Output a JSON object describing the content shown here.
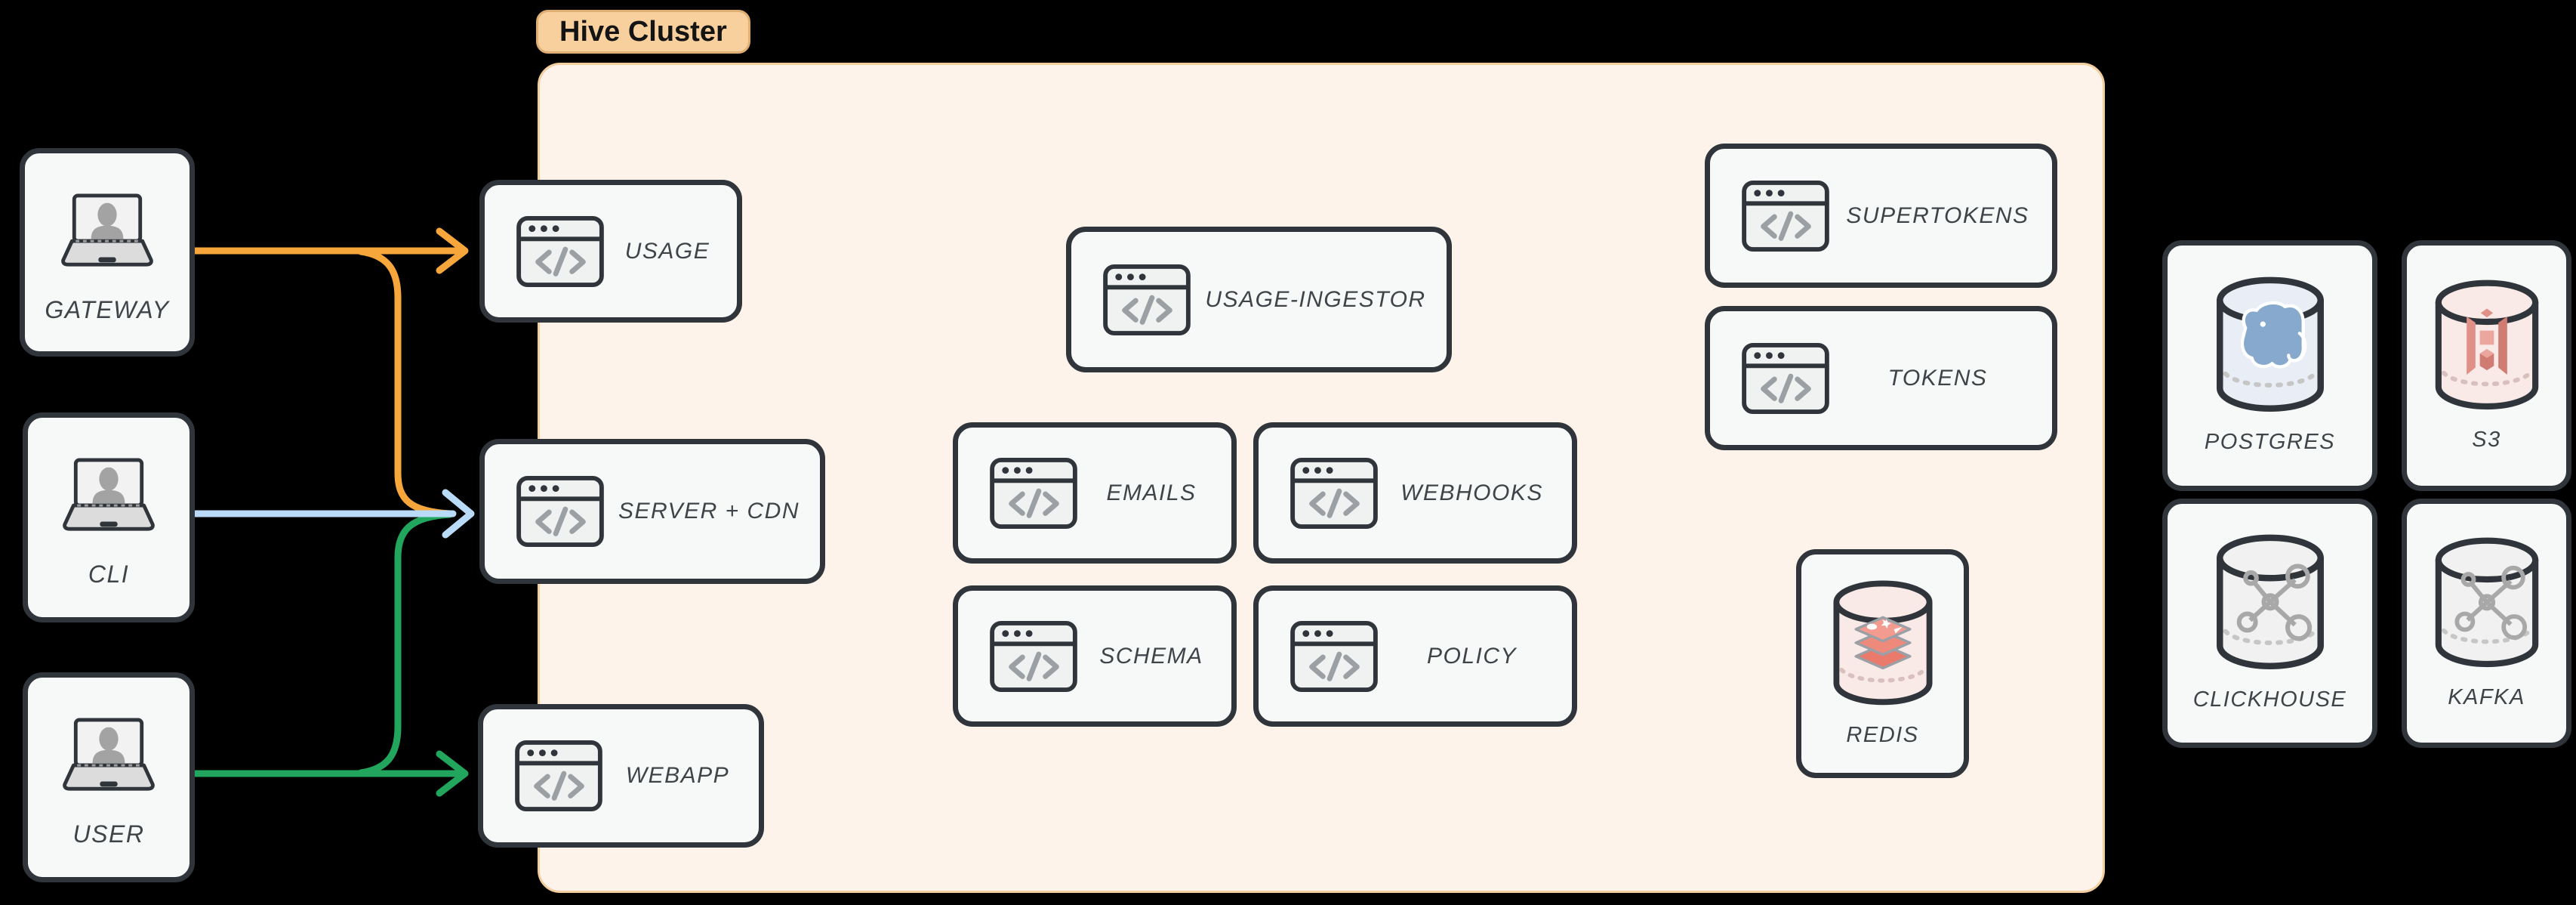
{
  "cluster": {
    "label": "Hive Cluster"
  },
  "actors": {
    "gateway": {
      "label": "GATEWAY",
      "icon": "laptop-user-icon"
    },
    "cli": {
      "label": "CLI",
      "icon": "laptop-user-icon"
    },
    "user": {
      "label": "USER",
      "icon": "laptop-user-icon"
    }
  },
  "services": {
    "usage": {
      "label": "USAGE",
      "icon": "browser-code-icon"
    },
    "server_cdn": {
      "label": "SERVER + CDN",
      "icon": "browser-code-icon"
    },
    "webapp": {
      "label": "WEBAPP",
      "icon": "browser-code-icon"
    },
    "usage_ingestor": {
      "label": "USAGE-INGESTOR",
      "icon": "browser-code-icon"
    },
    "emails": {
      "label": "EMAILS",
      "icon": "browser-code-icon"
    },
    "webhooks": {
      "label": "WEBHOOKS",
      "icon": "browser-code-icon"
    },
    "schema": {
      "label": "SCHEMA",
      "icon": "browser-code-icon"
    },
    "policy": {
      "label": "POLICY",
      "icon": "browser-code-icon"
    },
    "supertokens": {
      "label": "SUPERTOKENS",
      "icon": "browser-code-icon"
    },
    "tokens": {
      "label": "TOKENS",
      "icon": "browser-code-icon"
    },
    "redis": {
      "label": "REDIS",
      "icon": "redis-database-icon"
    }
  },
  "external": {
    "postgres": {
      "label": "POSTGRES",
      "icon": "postgres-database-icon"
    },
    "s3": {
      "label": "S3",
      "icon": "s3-database-icon"
    },
    "clickhouse": {
      "label": "CLICKHOUSE",
      "icon": "cluster-database-icon"
    },
    "kafka": {
      "label": "KAFKA",
      "icon": "cluster-database-icon"
    }
  },
  "edges": [
    {
      "from": "GATEWAY",
      "to": "USAGE",
      "color_key": "orange"
    },
    {
      "from": "GATEWAY",
      "to": "SERVER + CDN",
      "color_key": "orange"
    },
    {
      "from": "CLI",
      "to": "SERVER + CDN",
      "color_key": "blue"
    },
    {
      "from": "USER",
      "to": "SERVER + CDN",
      "color_key": "green"
    },
    {
      "from": "USER",
      "to": "WEBAPP",
      "color_key": "green"
    }
  ],
  "colors": {
    "orange": "#f6a63b",
    "blue": "#b9dbf7",
    "green": "#22a55c",
    "canvas_bg": "#000000",
    "cluster_fill": "#fdf3ea",
    "cluster_border": "#f3cf9f",
    "chip_fill": "#f8d09d",
    "chip_border": "#dfae72",
    "node_fill": "#f7f9f9",
    "node_border": "#2f353a",
    "label_text": "#3f4448",
    "icon_gray": "#9aa0a3",
    "postgres_blue": "#87a9cd",
    "s3_red": "#e09086",
    "redis_red": "#ee8a7c"
  }
}
